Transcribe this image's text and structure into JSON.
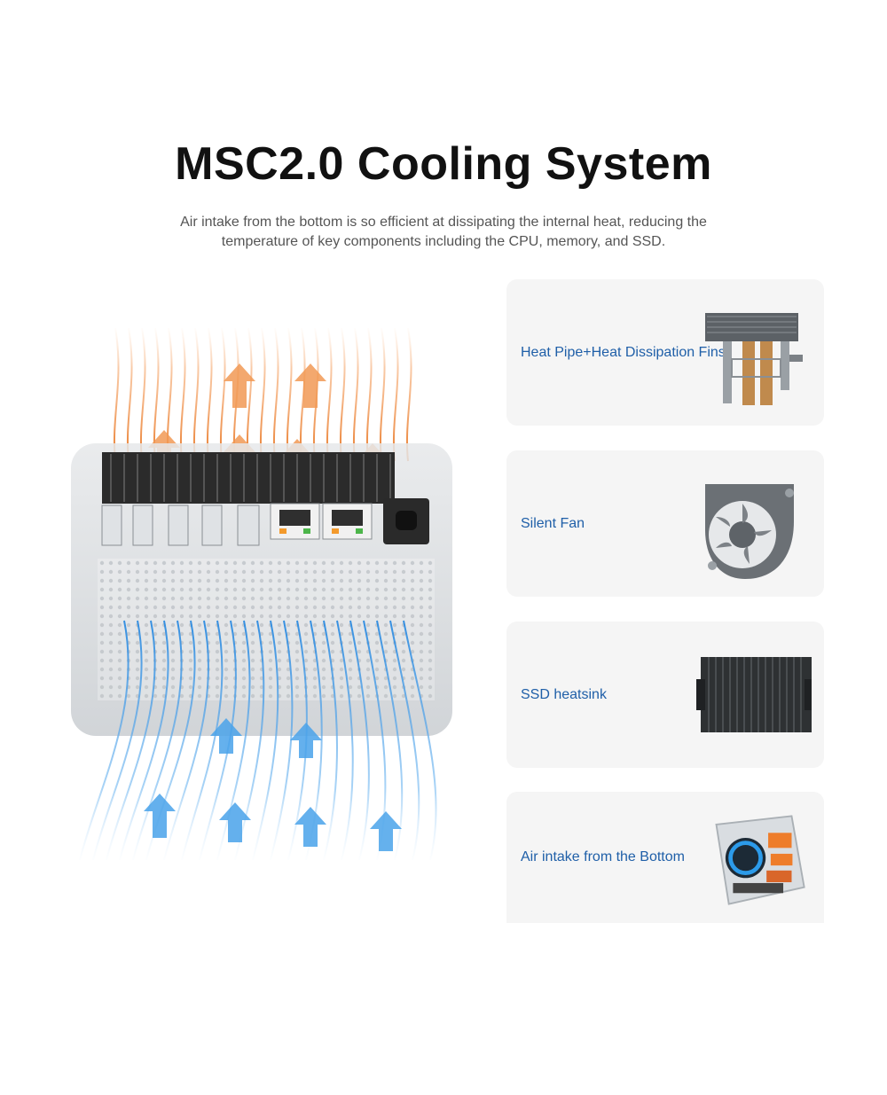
{
  "header": {
    "title": "MSC2.0 Cooling System",
    "subtitle": "Air intake from the bottom is so efficient at dissipating the internal heat, reducing the temperature of key components including the CPU, memory, and SSD."
  },
  "features": [
    {
      "label": "Heat Pipe+Heat Dissipation Fins",
      "icon": "heat-pipe-fins"
    },
    {
      "label": "Silent Fan",
      "icon": "silent-fan"
    },
    {
      "label": "SSD heatsink",
      "icon": "ssd-heatsink"
    },
    {
      "label": "Air intake from the Bottom",
      "icon": "transparent-mini-pc"
    }
  ],
  "colors": {
    "accent_blue": "#1f5fa8",
    "hot_air": "#f08a3c",
    "cool_air": "#3c96e6",
    "card_background": "#f5f5f5"
  }
}
